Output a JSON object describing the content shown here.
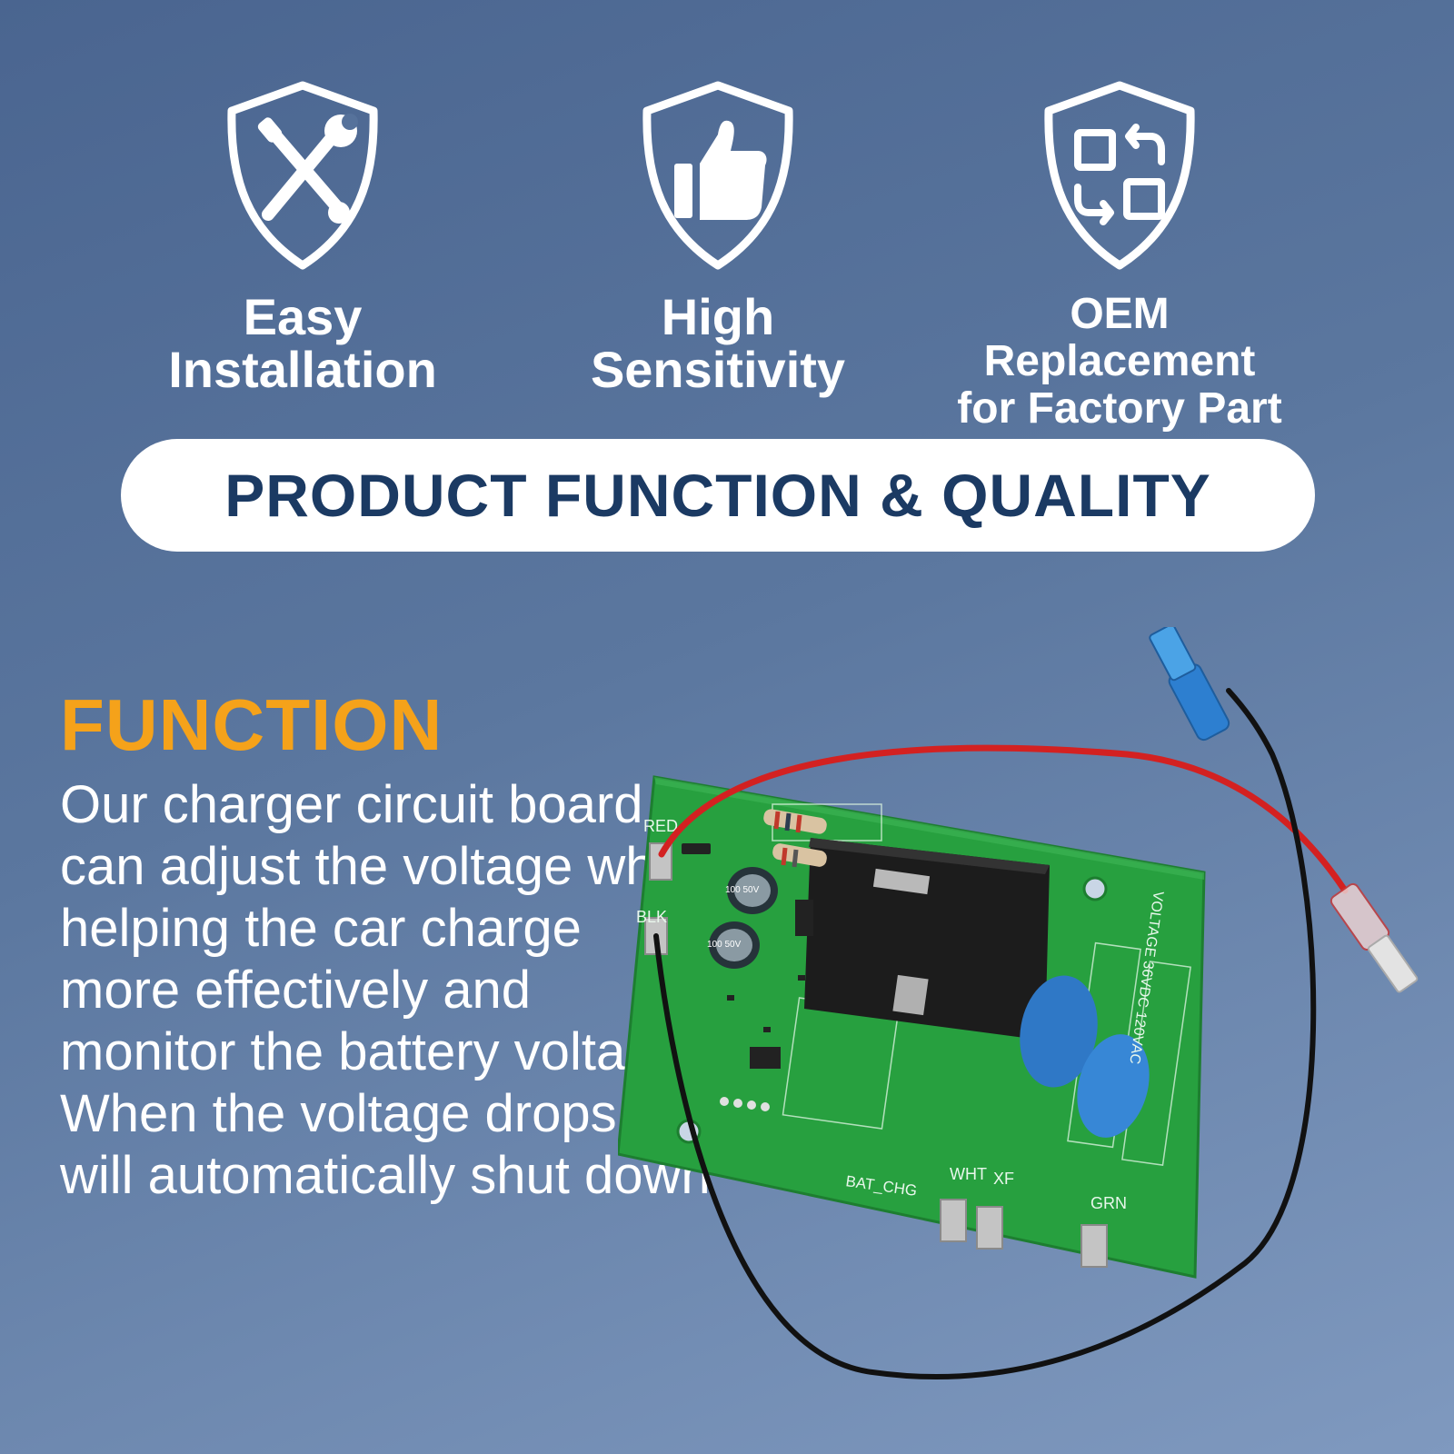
{
  "features": [
    {
      "icon": "tools-icon",
      "label": "Easy\nInstallation"
    },
    {
      "icon": "thumbs-up-icon",
      "label": "High\nSensitivity"
    },
    {
      "icon": "replacement-icon",
      "label": "OEM Replacement\nfor Factory Part"
    }
  ],
  "banner": {
    "title": "PRODUCT FUNCTION & QUALITY"
  },
  "function": {
    "title": "FUNCTION",
    "body": "Our charger circuit board can adjust the voltage while helping the car charge more effectively and monitor the battery voltage. When the voltage drops, it will automatically shut down"
  },
  "product": {
    "board_labels": {
      "red": "RED",
      "blk": "BLK",
      "bat_chg": "BAT_CHG",
      "wht": "WHT",
      "xf": "XF",
      "grn": "GRN",
      "voltage": "VOLTAGE 36VDC 120VAC",
      "cap_1": "100 50V",
      "cap_2": "100 50V"
    }
  },
  "colors": {
    "accent_orange": "#f5a21a",
    "banner_text": "#1b3a63",
    "board_green": "#27a03f"
  }
}
